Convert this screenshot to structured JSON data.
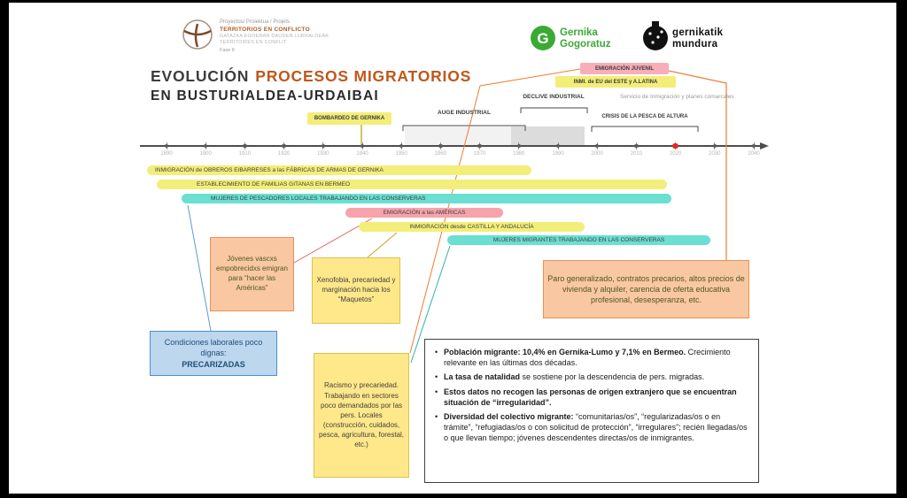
{
  "header": {
    "project": {
      "line1": "Proyectos/ Proiektua / Projets",
      "line2": "TERRITORIOS EN CONFLICTO",
      "line3": "GATAZKA EGOERAN DAUDEN LURRALDEAK",
      "line4": "TERRITOIRES EN CONFLIT",
      "phase": "Fase II"
    },
    "gernika_gogoratuz": {
      "line1": "Gernika",
      "line2": "Gogoratuz"
    },
    "gernikatik_mundura": {
      "line1": "gernikatik",
      "line2": "mundura"
    }
  },
  "title": {
    "part1": "EVOLUCIÓN",
    "part2": "PROCESOS MIGRATORIOS",
    "line2": "EN BUSTURIALDEA-URDAIBAI"
  },
  "timeline": {
    "years": [
      "1890",
      "1900",
      "1910",
      "1920",
      "1930",
      "1940",
      "1950",
      "1960",
      "1970",
      "1980",
      "1990",
      "2000",
      "2010",
      "2020",
      "2030",
      "2040"
    ],
    "highlight_year": "2020",
    "events": {
      "bombardeo": "BOMBARDEO DE GERNIKA",
      "auge": "AUGE INDUSTRIAL",
      "declive": "DECLIVE INDUSTRIAL",
      "crisis": "CRISIS DE LA PESCA DE ALTURA",
      "servicio": "Servicio de Inmigración y planes comarcales",
      "emigracion_juvenil": "EMIGRACIÓN JUVENIL",
      "inmigracion_este": "INMI. de EU del ESTE y A.LATINA"
    }
  },
  "bars": [
    {
      "label": "INMIGRACIÓN de OBREROS EIBARRESES a las FÁBRICAS DE ARMAS DE GERNIKA",
      "color": "yellow"
    },
    {
      "label": "ESTABLECIMIENTO DE FAMILIAS GITANAS EN BERMEO",
      "color": "yellow"
    },
    {
      "label": "MUJERES DE PESCADORES LOCALES TRABAJANDO EN LAS CONSERVERAS",
      "color": "cyan"
    },
    {
      "label": "EMIGRACIÓN a las AMÉRICAS",
      "color": "pink"
    },
    {
      "label": "INMIGRACIÓN desde CASTILLA Y ANDALUCÍA",
      "color": "yellow"
    },
    {
      "label": "MUJERES MIGRANTES TRABAJANDO EN LAS CONSERVERAS",
      "color": "cyan"
    }
  ],
  "callouts": {
    "jovenes": "Jóvenes vascxs empobrecidxs emigran para “hacer las Américas”",
    "xenofobia": "Xenofobia, precariedad y marginación hacia los “Maquetos”",
    "paro": "Paro generalizado, contratos precarios, altos precios de vivienda y alquiler, carencia de oferta educativa profesional, desesperanza, etc.",
    "condiciones": {
      "text": "Condiciones laborales poco dignas:",
      "emphasis": "PRECARIZADAS"
    },
    "racismo": "Racismo y precariedad. Trabajando en sectores poco demandados por las pers. Locales (construcción, cuidados, pesca, agricultura, forestal, etc.)"
  },
  "notes": {
    "items": [
      {
        "bold": "Población migrante: 10,4% en Gernika-Lumo y 7,1% en Bermeo.",
        "rest": " Crecimiento relevante en las últimas dos décadas."
      },
      {
        "bold": "La tasa de natalidad",
        "rest": " se sostiene por la descendencia de pers. migradas."
      },
      {
        "bold": "Estos datos no recogen las personas de origen extranjero que se encuentran situación de “irregularidad”.",
        "rest": ""
      },
      {
        "bold": "Diversidad del colectivo migrante:",
        "rest": " “comunitarias/os”, “regularizadas/os o en trámite”, “refugiadas/os o con solicitud de protección”, “irregulares”; recién llegadas/os o que llevan tiempo; jóvenes descendentes directas/os de inmigrantes."
      }
    ]
  },
  "colors": {
    "title_accent": "#c0571a",
    "yellow_highlight": "#f3ee79",
    "cyan_highlight": "#6adfd2",
    "pink_highlight": "#f6a3ac",
    "orange_box": "#fac7a3",
    "yellow_box": "#ffe88a",
    "blue_box": "#bdd7ee",
    "logo_green": "#3aaa35",
    "timeline_marker_red": "#e8261f"
  }
}
